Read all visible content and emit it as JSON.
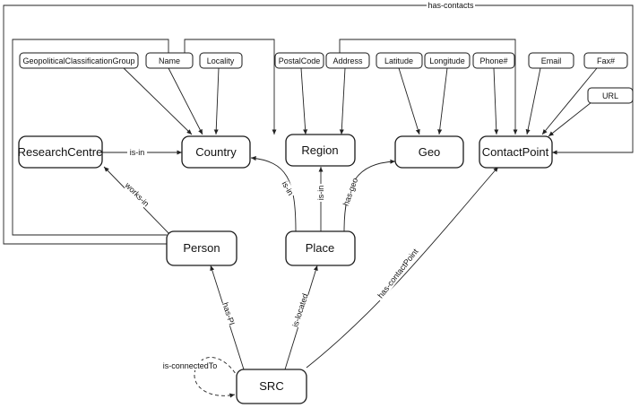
{
  "nodes": {
    "research_centre": "ResearchCentre",
    "country": "Country",
    "region": "Region",
    "geo": "Geo",
    "contact_point": "ContactPoint",
    "person": "Person",
    "place": "Place",
    "src": "SRC"
  },
  "attributes": {
    "geopolitical_classification_group": "GeopoliticalClassificationGroup",
    "name": "Name",
    "locality": "Locality",
    "postal_code": "PostalCode",
    "address": "Address",
    "latitude": "Latitude",
    "longitude": "Longitude",
    "phone": "Phone#",
    "email": "Email",
    "fax": "Fax#",
    "url": "URL"
  },
  "edges": {
    "has_contacts": "has-contacts",
    "rc_is_in": "is-in",
    "works_in": "works-in",
    "place_is_in_country": "is-in",
    "place_is_in_region": "is-in",
    "has_geo": "has-geo",
    "has_contact_point": "has-contactPoint",
    "has_pi": "has-PI",
    "is_located": "is-located",
    "is_connected_to": "is-connectedTo"
  }
}
